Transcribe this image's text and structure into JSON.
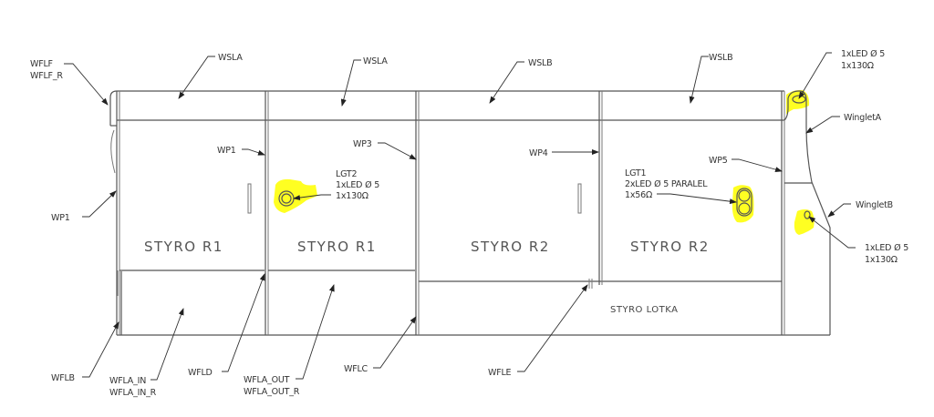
{
  "drawing": {
    "panels": {
      "styro_r1_left": "STYRO R1",
      "styro_r1_mid": "STYRO R1",
      "styro_r2_mid": "STYRO R2",
      "styro_r2_right": "STYRO R2",
      "styro_lotka": "STYRO LOTKA"
    },
    "labels": {
      "wflf": "WFLF",
      "wflf_r": "WFLF_R",
      "wsla_1": "WSLA",
      "wsla_2": "WSLA",
      "wslb_1": "WSLB",
      "wslb_2": "WSLB",
      "wp1_left": "WP1",
      "wp1_mid": "WP1",
      "wp3": "WP3",
      "wp4": "WP4",
      "wp5": "WP5",
      "winglet_a": "WingletA",
      "winglet_b": "WingletB",
      "wflb": "WFLB",
      "wfla_in": "WFLA_IN",
      "wfla_in_r": "WFLA_IN_R",
      "wfld": "WFLD",
      "wfla_out": "WFLA_OUT",
      "wfla_out_r": "WFLA_OUT_R",
      "wflc": "WFLC",
      "wfle": "WFLE"
    },
    "lights": {
      "lgt2": {
        "name": "LGT2",
        "led": "1xLED Ø 5",
        "resistor": "1x130Ω"
      },
      "lgt1": {
        "name": "LGT1",
        "led": "2xLED Ø 5 PARALEL",
        "resistor": "1x56Ω"
      },
      "wingtip_top": {
        "led": "1xLED Ø 5",
        "resistor": "1x130Ω"
      },
      "wingtip_bottom": {
        "led": "1xLED Ø 5",
        "resistor": "1x130Ω"
      }
    },
    "colors": {
      "highlight": "#ffff22",
      "line": "#555555",
      "text": "#333333"
    }
  }
}
